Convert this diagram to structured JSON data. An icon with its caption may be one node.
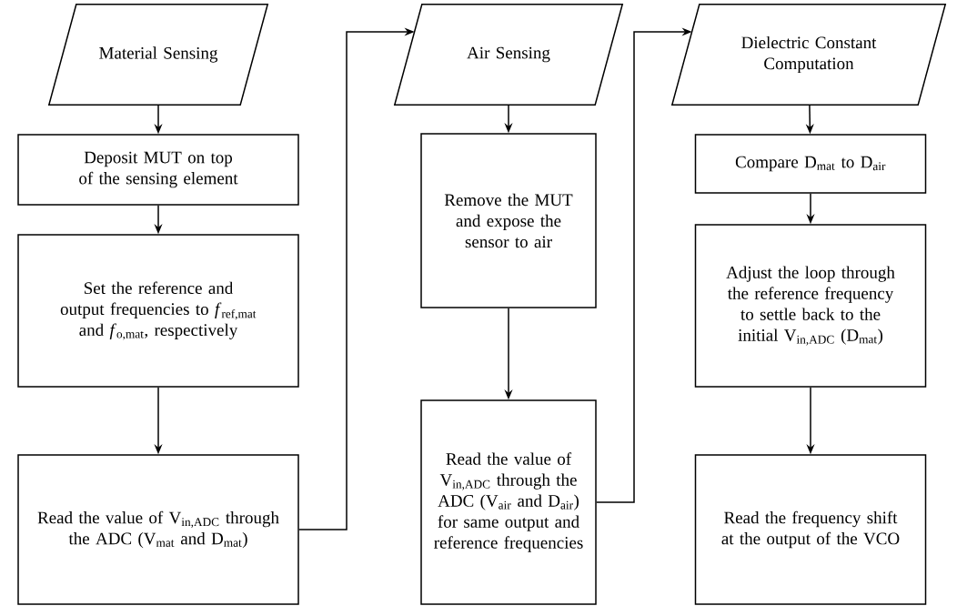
{
  "diagram": {
    "nodes": [
      {
        "text": [
          "Material Sensing"
        ]
      },
      {
        "text": [
          "Deposit MUT on top of the sensing element"
        ]
      },
      {
        "text": [
          "Set the reference and output frequencies to *f*$_{ref,mat}$ and *f*$_{o,mat}$, respectively"
        ]
      },
      {
        "text": [
          "Read the value of V$_{in,ADC}$ through the ADC (V$_{mat}$ and D$_{mat}$)"
        ]
      },
      {
        "text": [
          "Air Sensing"
        ]
      },
      {
        "text": [
          "Remove the MUT and expose the sensor to air"
        ]
      },
      {
        "text": [
          "Read the value of V$_{in,ADC}$ through the ADC (V$_{air}$ and D$_{air}$) for same output and reference frequencies"
        ]
      },
      {
        "text": [
          "Dielectric Constant Computation"
        ]
      },
      {
        "text": [
          "Compare D$_{mat}$ to D$_{air}$"
        ]
      },
      {
        "text": [
          "Adjust the loop through the reference frequency to settle back to the initial V$_{in,ADC}$ (D$_{mat}$)"
        ]
      },
      {
        "text": [
          "Read the frequency shift at the output of the VCO"
        ]
      }
    ],
    "edges": [
      {
        "from": 0,
        "to": 1,
        "arrow": "to"
      },
      {
        "from": 1,
        "to": 2,
        "arrow": "to"
      },
      {
        "from": 2,
        "to": 3,
        "arrow": "to"
      },
      {
        "from": 3,
        "to": 4,
        "arrow": "to"
      },
      {
        "from": 4,
        "to": 5,
        "arrow": "to"
      },
      {
        "from": 5,
        "to": 6,
        "arrow": "to"
      },
      {
        "from": 6,
        "to": 7,
        "arrow": "to"
      },
      {
        "from": 7,
        "to": 8,
        "arrow": "to"
      },
      {
        "from": 8,
        "to": 9,
        "arrow": "to"
      },
      {
        "from": 9,
        "to": 10,
        "arrow": "to"
      }
    ]
  }
}
